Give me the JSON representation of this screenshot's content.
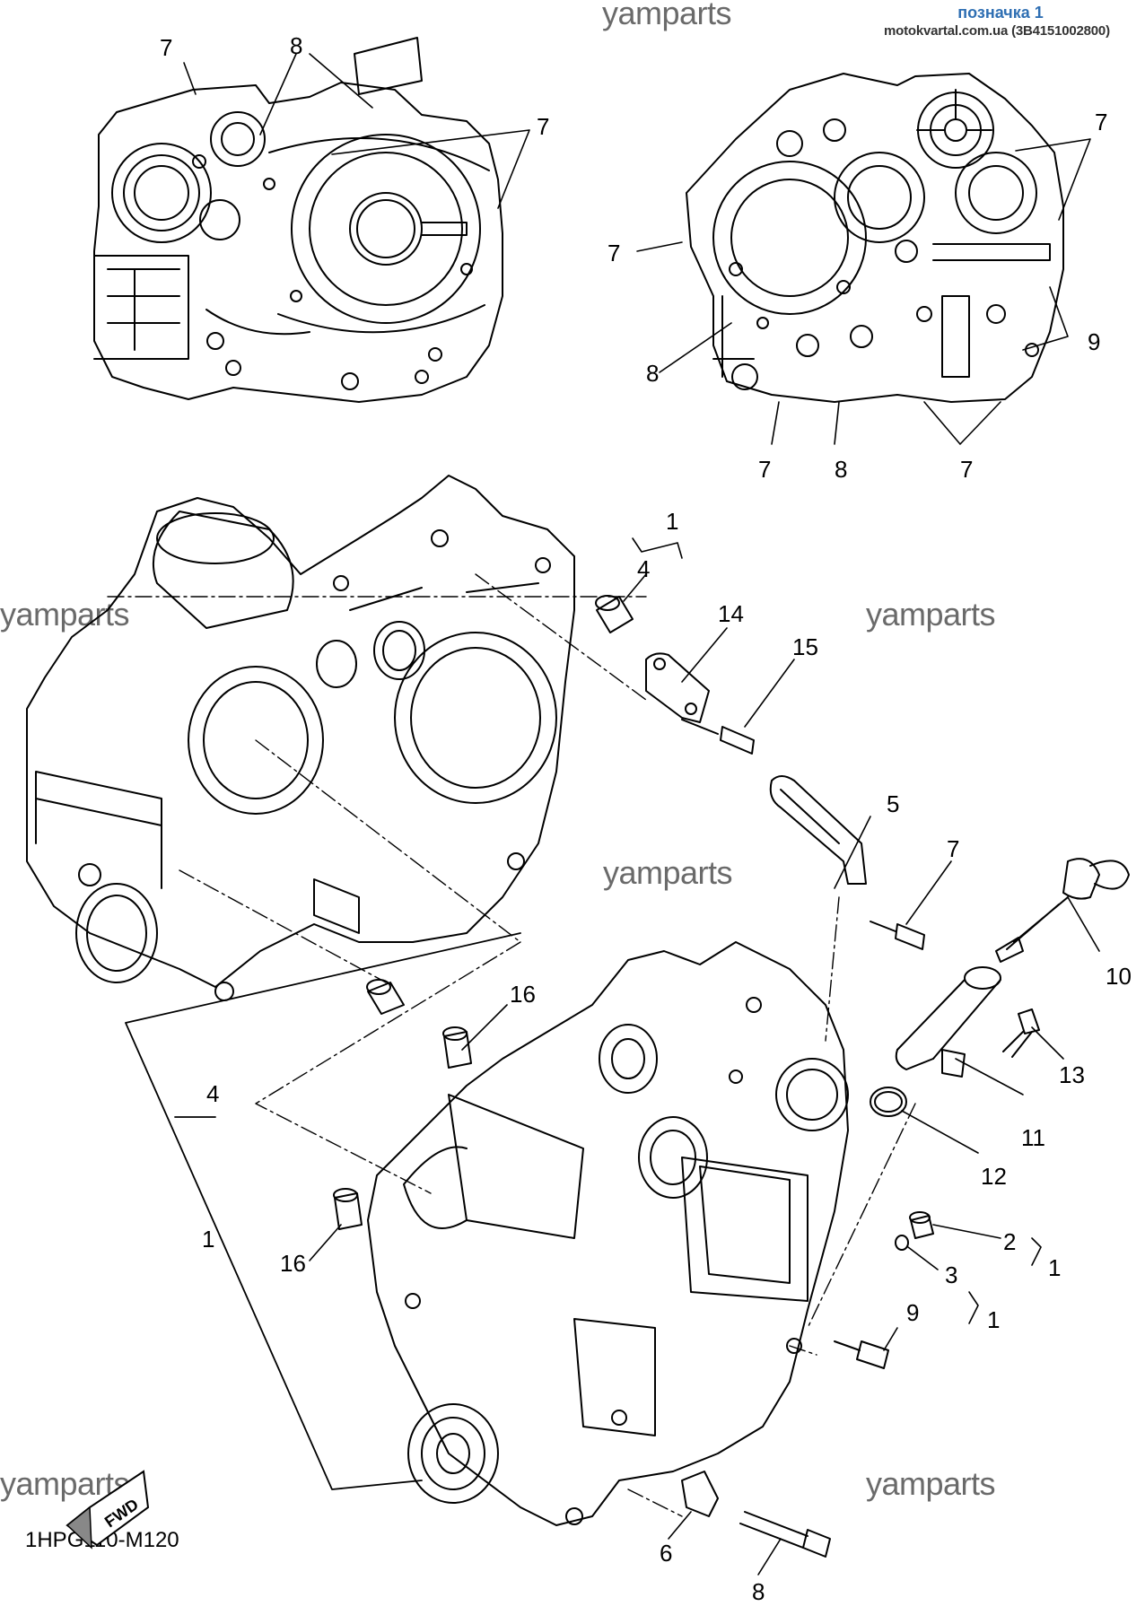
{
  "header": {
    "title": "позначка 1",
    "site": "motokvartal.com.ua (3B4151002800)"
  },
  "watermark": "yamparts",
  "diagram_code": "1HPG110-M120",
  "fwd_label": "FWD",
  "callouts": {
    "p1": "1",
    "p2": "2",
    "p3": "3",
    "p4": "4",
    "p5": "5",
    "p6": "6",
    "p7": "7",
    "p8": "8",
    "p9": "9",
    "p10": "10",
    "p11": "11",
    "p12": "12",
    "p13": "13",
    "p14": "14",
    "p15": "15",
    "p16": "16"
  }
}
